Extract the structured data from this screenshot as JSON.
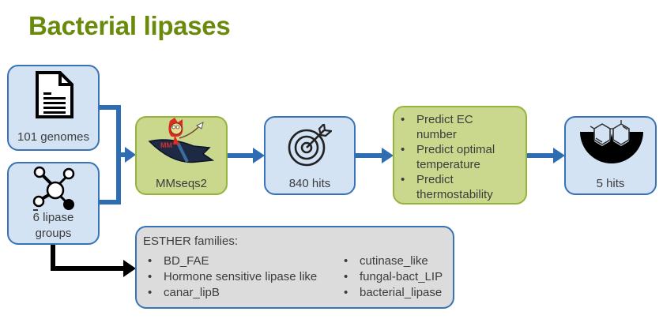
{
  "title": "Bacterial lipases",
  "nodes": {
    "genomes": {
      "label": "101 genomes",
      "icon": "document-icon"
    },
    "lipase_groups": {
      "label": "6 lipase groups",
      "label_line1": "6 lipase",
      "label_line2": "groups",
      "icon": "molecule-network-icon"
    },
    "mmseqs": {
      "label": "MMseqs2",
      "icon": "mmseqs-rocket-mascot-icon"
    },
    "hits840": {
      "label": "840 hits",
      "icon": "target-arrow-icon"
    },
    "predict": {
      "items": [
        {
          "line1": "Predict EC",
          "line2": "number"
        },
        {
          "line1": "Predict optimal",
          "line2": "temperature"
        },
        {
          "line1": "Predict",
          "line2": "thermostability"
        }
      ]
    },
    "hits5": {
      "label": "5 hits",
      "icon": "enzyme-substrate-icon"
    },
    "esther": {
      "heading": "ESTHER families:",
      "left": [
        "BD_FAE",
        "Hormone sensitive lipase like",
        "canar_lipB"
      ],
      "right": [
        "cutinase_like",
        "fungal-bact_LIP",
        "bacterial_lipase"
      ]
    }
  },
  "colors": {
    "title": "#6a8a0c",
    "blue_fill": "#d3e3f4",
    "blue_border": "#3a72b6",
    "green_fill": "#cad88e",
    "green_border": "#94b43c",
    "grey_fill": "#dcdcdc",
    "arrow_blue": "#2e6db4",
    "arrow_black": "#000000"
  }
}
